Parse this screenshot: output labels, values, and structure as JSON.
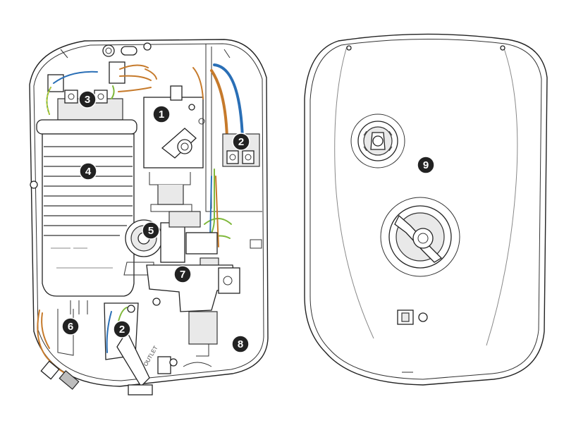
{
  "callouts": [
    {
      "id": "callout-1",
      "label": "1"
    },
    {
      "id": "callout-2-upper",
      "label": "2"
    },
    {
      "id": "callout-3",
      "label": "3"
    },
    {
      "id": "callout-4",
      "label": "4"
    },
    {
      "id": "callout-5",
      "label": "5"
    },
    {
      "id": "callout-6",
      "label": "6"
    },
    {
      "id": "callout-2-lower",
      "label": "2"
    },
    {
      "id": "callout-7",
      "label": "7"
    },
    {
      "id": "callout-8",
      "label": "8"
    },
    {
      "id": "callout-9",
      "label": "9"
    }
  ],
  "outlet_label": "OUTLET",
  "colors": {
    "outline": "#222222",
    "wire_blue": "#2a6fb6",
    "wire_brown": "#c67a2b",
    "wire_earth": "#7fb83a",
    "callout_fill": "#222222"
  }
}
